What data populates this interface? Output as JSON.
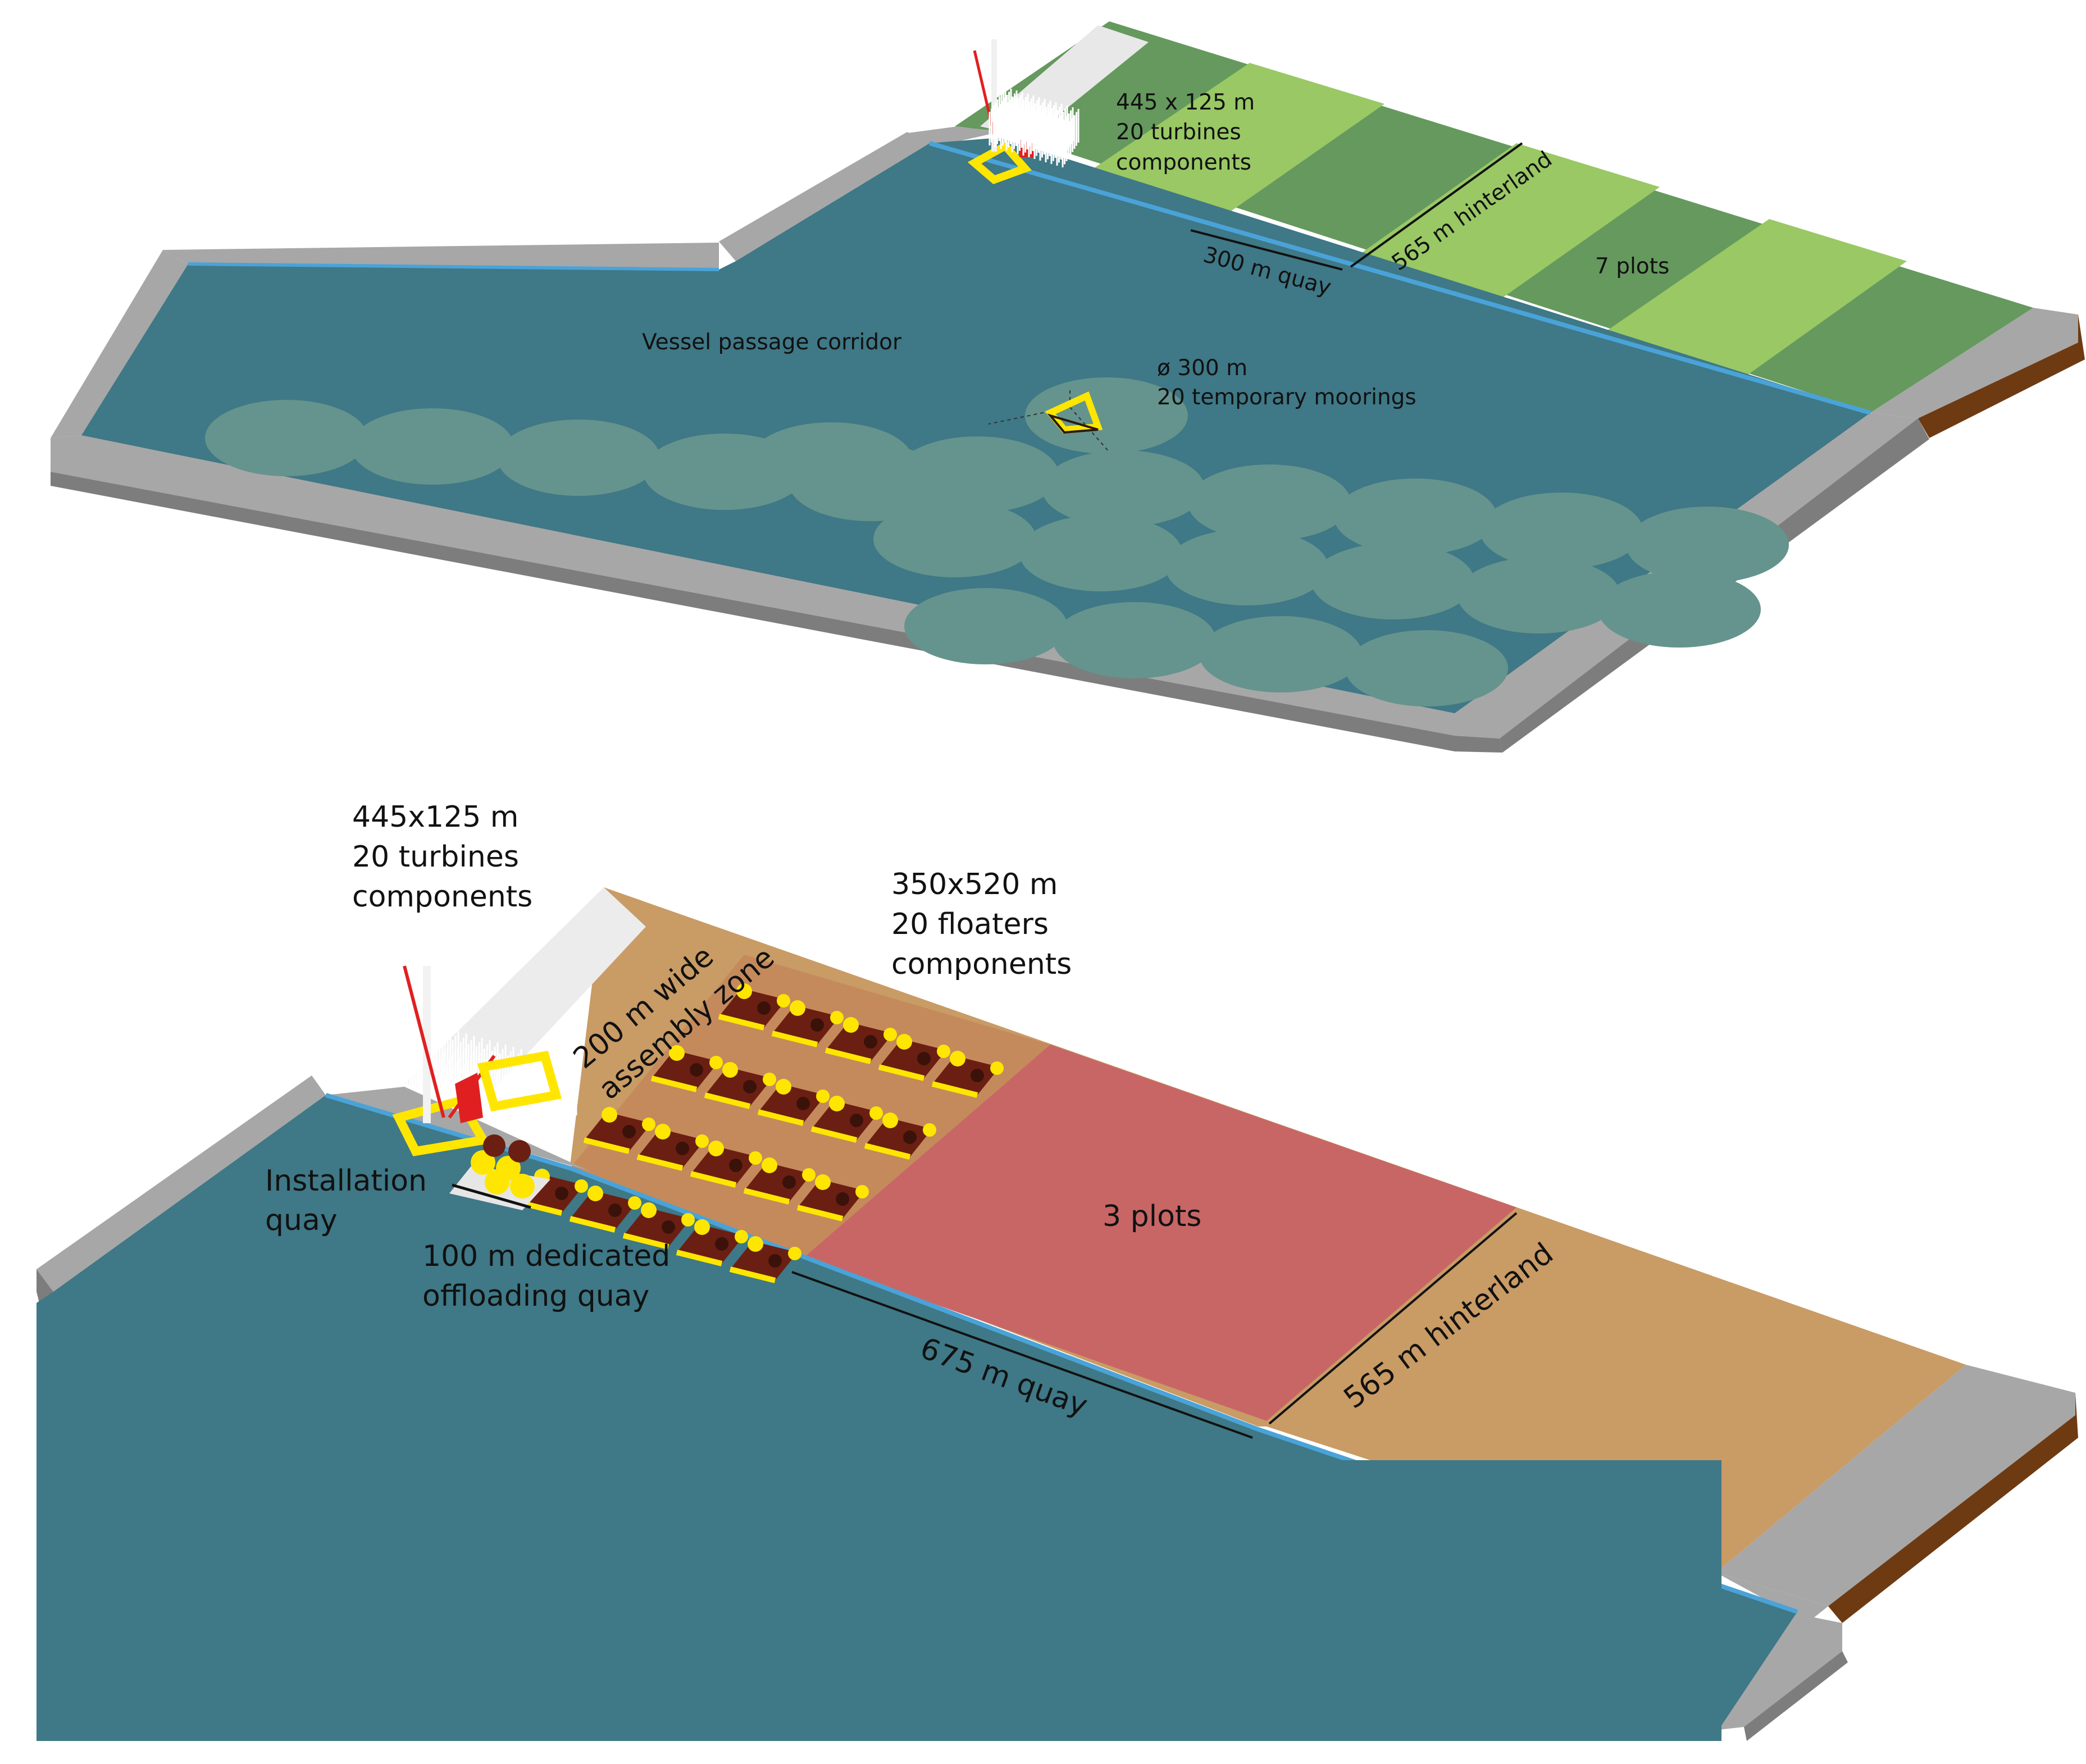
{
  "top_layout": {
    "turbine_area_label": [
      "445 x 125 m",
      "20 turbines",
      "components"
    ],
    "quay_label": "300 m quay",
    "hinterland_label": "565 m hinterland",
    "plots_label": "7 plots",
    "corridor_label": "Vessel passage corridor",
    "moorings_label": [
      "ø 300 m",
      "20 temporary moorings"
    ]
  },
  "bottom_layout": {
    "turbine_area_label": [
      "445x125 m",
      "20 turbines",
      "components"
    ],
    "floater_area_label": [
      "350x520 m",
      "20 floaters",
      "components"
    ],
    "assembly_zone_label": [
      "200 m wide",
      "assembly  zone"
    ],
    "installation_quay_label": [
      "Installation",
      "quay"
    ],
    "offloading_quay_label": [
      "100 m dedicated",
      "offloading quay"
    ],
    "plots_label": "3 plots",
    "quay_label": "675 m quay",
    "hinterland_label": "565 m hinterland"
  },
  "colors": {
    "water": "#3f7886",
    "mooring": "#64948d",
    "quay_wall": "#a7a7a7",
    "quay_wall_dark": "#7d7d7d",
    "quay_edge": "#4aa3d8",
    "land_dark": "#65995e",
    "land_light": "#99c865",
    "sand": "#c99b65",
    "plots_red": "#c86666",
    "soil": "#6e3a12",
    "floater_yellow": "#ffe600",
    "floater_brown": "#6b1f12",
    "crane_red": "#e02020"
  }
}
